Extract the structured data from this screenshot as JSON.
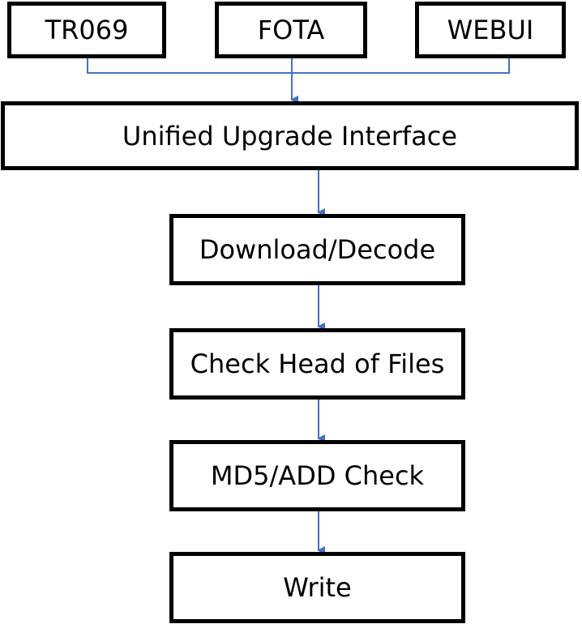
{
  "diagram": {
    "sources": [
      {
        "label": "TR069"
      },
      {
        "label": "FOTA"
      },
      {
        "label": "WEBUI"
      }
    ],
    "interface": {
      "label": "Unified Upgrade Interface"
    },
    "steps": [
      {
        "label": "Download/Decode"
      },
      {
        "label": "Check Head of Files"
      },
      {
        "label": "MD5/ADD Check"
      },
      {
        "label": "Write"
      }
    ],
    "colors": {
      "box_border": "#000000",
      "connector": "#4472C4"
    }
  }
}
